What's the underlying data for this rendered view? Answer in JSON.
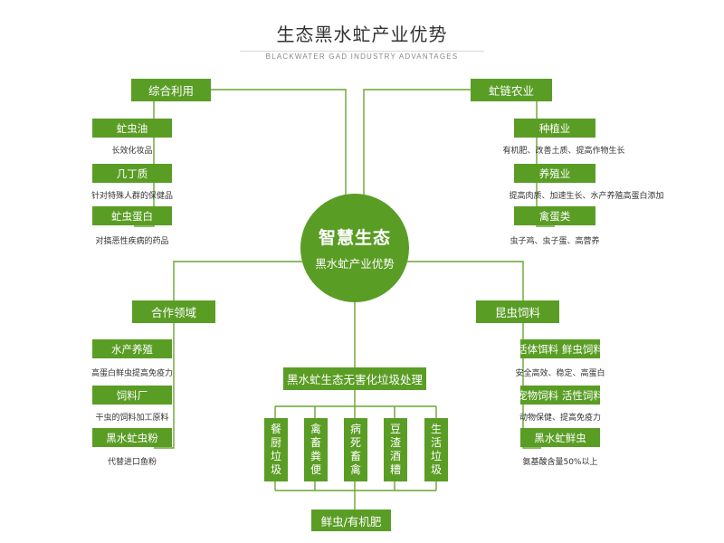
{
  "header": {
    "title": "生态黑水虻产业优势",
    "subtitle": "BLACKWATER GAD INDUSTRY ADVANTAGES"
  },
  "center": {
    "line1": "智慧生态",
    "line2": "黑水虻产业优势"
  },
  "branches": {
    "top_left": {
      "label": "综合利用",
      "items": [
        {
          "label": "虻虫油",
          "desc": "长效化妆品"
        },
        {
          "label": "几丁质",
          "desc": "针对特殊人群的保健品"
        },
        {
          "label": "虻虫蛋白",
          "desc": "对搞恶性疾病的药品"
        }
      ]
    },
    "top_right": {
      "label": "虻链农业",
      "items": [
        {
          "label": "种植业",
          "desc": "有机肥、改善土质、提高作物生长"
        },
        {
          "label": "养殖业",
          "desc": "提高肉质、加速生长、水产养殖高蛋白添加"
        },
        {
          "label": "禽蛋类",
          "desc": "虫子鸡、虫子蛋、高营养"
        }
      ]
    },
    "bottom_left": {
      "label": "合作领域",
      "items": [
        {
          "label": "水产养殖",
          "desc": "高蛋白鲜虫提高免疫力"
        },
        {
          "label": "饲料厂",
          "desc": "干虫的饲料加工原料"
        },
        {
          "label": "黑水虻虫粉",
          "desc": "代替进口鱼粉"
        }
      ]
    },
    "bottom_right": {
      "label": "昆虫饲料",
      "items": [
        {
          "label": "活体饵料 鲜虫饲料",
          "desc": "安全高效、稳定、高蛋白"
        },
        {
          "label": "宠物饲料 活性饲料",
          "desc": "动物保健、提高免疫力"
        },
        {
          "label": "黑水虻鲜虫",
          "desc": "氨基酸含量50%以上"
        }
      ]
    },
    "bottom": {
      "label": "黑水虻生态无害化垃圾处理",
      "sources": [
        "餐厨垃圾",
        "禽畜粪便",
        "病死畜禽",
        "豆渣酒糟",
        "生活垃圾"
      ],
      "output": "鲜虫/有机肥"
    }
  },
  "colors": {
    "accent_green": "#5a9d25",
    "line_green": "#6aa531",
    "text": "#333333"
  }
}
